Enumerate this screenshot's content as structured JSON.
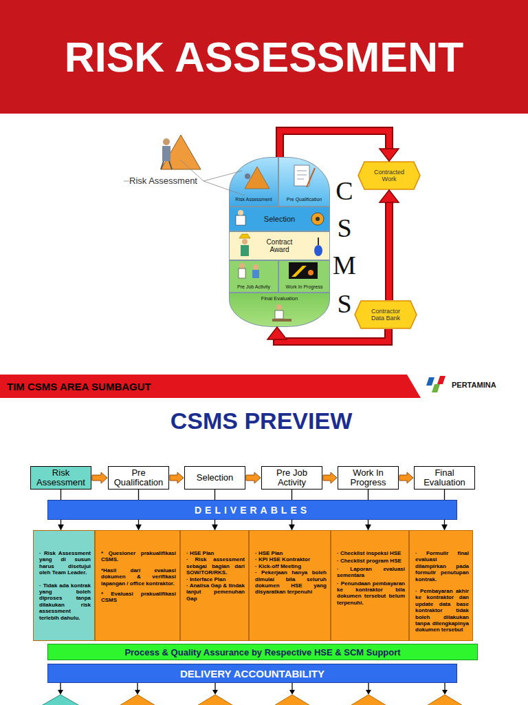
{
  "diagram": {
    "title": "RISK ASSESSMENT",
    "nodes": [
      {
        "text": [
          "Risk Assessment"
        ]
      },
      {
        "text": [
          "Pre Qualification"
        ]
      },
      {
        "text": [
          "Selection"
        ]
      },
      {
        "text": [
          "Contract Award"
        ]
      },
      {
        "text": [
          "Pre Job Activity"
        ]
      },
      {
        "text": [
          "Work In Progress"
        ]
      },
      {
        "text": [
          "Final Evaluation"
        ]
      },
      {
        "text": [
          "Contracted Work"
        ]
      },
      {
        "text": [
          "Contractor Data Bank"
        ]
      },
      {
        "text": [
          "TIM CSMS AREA SUMBAGUT"
        ]
      },
      {
        "text": [
          "Risk Assessment"
        ]
      },
      {
        "text": [
          "Pre Qualification"
        ]
      },
      {
        "text": [
          "Selection"
        ]
      },
      {
        "text": [
          "Pre Job Activity"
        ]
      },
      {
        "text": [
          "Work In Progress"
        ]
      },
      {
        "text": [
          "Final Evaluation"
        ]
      },
      {
        "text": [
          "DELIVERABLES"
        ]
      },
      {
        "text": [
          "· Risk Assessment yang di susun harus disetujui oleh Team Leader.",
          "· Tidak ada kontrak yang boleh diproses tanpa dilakukan risk assessment terlebih dahulu."
        ]
      },
      {
        "text": [
          "* Quesioner prakualifikasi CSMS.",
          "*Hasil dari evaluasi dokumen & verifikasi lapangan / office kontraktor.",
          "* Evaluasi prakualifikasi CSMS"
        ]
      },
      {
        "text": [
          "· HSE Plan",
          "· Risk assessment sebagai bagian dari SOW/TOR/RKS.",
          "· Interface Plan",
          "· Analisa Gap & tindak lanjut pemenuhan Gap"
        ]
      },
      {
        "text": [
          "· HSE Plan",
          "· KPI HSE Kontraktor",
          "· Kick-off Meeting",
          "· Pekerjaan hanya boleh dimulai bila seluruh dokumen HSE yang disyaratkan terpenuhi"
        ]
      },
      {
        "text": [
          "· Checklist inspeksi HSE",
          "· Checklist program HSE",
          "· Laporan evaluasi sementara",
          "· Penundaan pembayaran ke kontraktor bila dokumen tersebut belum terpenuhi."
        ]
      },
      {
        "text": [
          "· Formulir final evaluasi dilampirkan pada formulir penutupan kontrak.",
          "· Pembayaran akhir ke kontraktor dan update data base kontraktor tidak boleh dilakukan tanpa dilengkapinya dokumen tersebut"
        ]
      },
      {
        "text": [
          "Process & Quality Assurance by Respective HSE & SCM Support"
        ]
      },
      {
        "text": [
          "DELIVERY ACCOUNTABILITY"
        ]
      }
    ],
    "edges": [
      {
        "from": 1,
        "to": 7,
        "arrow": "to"
      },
      {
        "from": 8,
        "to": 7,
        "arrow": "to"
      },
      {
        "from": 8,
        "to": 6,
        "arrow": "to"
      },
      {
        "from": 10,
        "to": 11,
        "arrow": "to"
      },
      {
        "from": 11,
        "to": 12,
        "arrow": "to"
      },
      {
        "from": 12,
        "to": 13,
        "arrow": "to"
      },
      {
        "from": 13,
        "to": 14,
        "arrow": "to"
      },
      {
        "from": 14,
        "to": 15,
        "arrow": "to"
      },
      {
        "from": 10,
        "to": 17,
        "arrow": "to"
      },
      {
        "from": 11,
        "to": 18,
        "arrow": "to"
      },
      {
        "from": 12,
        "to": 19,
        "arrow": "to"
      },
      {
        "from": 13,
        "to": 20,
        "arrow": "to"
      },
      {
        "from": 14,
        "to": 21,
        "arrow": "to"
      },
      {
        "from": 15,
        "to": 22,
        "arrow": "to"
      }
    ],
    "labels": [
      "Risk Assessment",
      "C",
      "S",
      "M",
      "S",
      "PERTAMINA",
      "CSMS PREVIEW"
    ]
  }
}
